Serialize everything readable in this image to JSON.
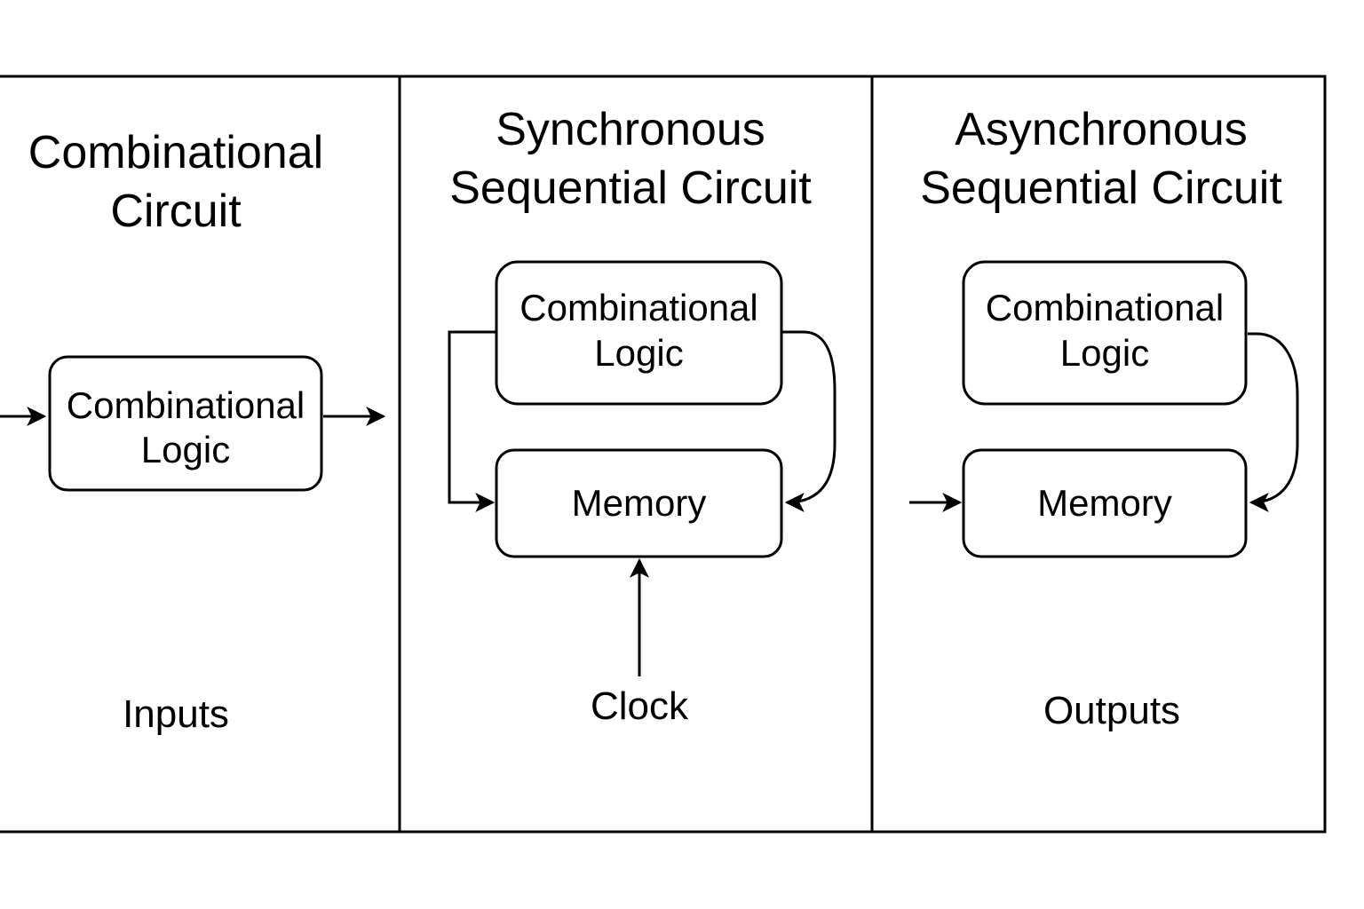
{
  "colors": {
    "stroke": "#000000",
    "background": "#ffffff"
  },
  "panels": [
    {
      "title_lines": [
        "Combinational",
        "Circuit"
      ],
      "boxes": [
        {
          "lines": [
            "Combinational",
            "Logic"
          ]
        }
      ],
      "footer": "Inputs"
    },
    {
      "title_lines": [
        "Synchronous",
        "Sequential Circuit"
      ],
      "boxes": [
        {
          "lines": [
            "Combinational",
            "Logic"
          ]
        },
        {
          "lines": [
            "Memory"
          ]
        }
      ],
      "footer": "Clock"
    },
    {
      "title_lines": [
        "Asynchronous",
        "Sequential Circuit"
      ],
      "boxes": [
        {
          "lines": [
            "Combinational",
            "Logic"
          ]
        },
        {
          "lines": [
            "Memory"
          ]
        }
      ],
      "footer": "Outputs"
    }
  ]
}
